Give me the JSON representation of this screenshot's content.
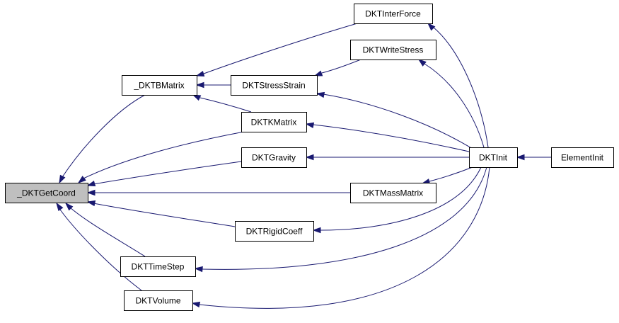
{
  "diagram": {
    "edge_color": "#191970",
    "highlight_fill": "#bfbfbf",
    "nodes": [
      {
        "id": "getcoord",
        "label": "_DKTGetCoord",
        "highlight": true
      },
      {
        "id": "bmatrix",
        "label": "_DKTBMatrix"
      },
      {
        "id": "stressstrain",
        "label": "DKTStressStrain"
      },
      {
        "id": "kmatrix",
        "label": "DKTKMatrix"
      },
      {
        "id": "gravity",
        "label": "DKTGravity"
      },
      {
        "id": "interforce",
        "label": "DKTInterForce"
      },
      {
        "id": "writestress",
        "label": "DKTWriteStress"
      },
      {
        "id": "massmatrix",
        "label": "DKTMassMatrix"
      },
      {
        "id": "rigidcoeff",
        "label": "DKTRigidCoeff"
      },
      {
        "id": "timestep",
        "label": "DKTTimeStep"
      },
      {
        "id": "volume",
        "label": "DKTVolume"
      },
      {
        "id": "init",
        "label": "DKTInit"
      },
      {
        "id": "elementinit",
        "label": "ElementInit"
      }
    ],
    "edges": [
      {
        "from": "bmatrix",
        "to": "getcoord"
      },
      {
        "from": "kmatrix",
        "to": "getcoord"
      },
      {
        "from": "gravity",
        "to": "getcoord"
      },
      {
        "from": "massmatrix",
        "to": "getcoord"
      },
      {
        "from": "rigidcoeff",
        "to": "getcoord"
      },
      {
        "from": "timestep",
        "to": "getcoord"
      },
      {
        "from": "volume",
        "to": "getcoord"
      },
      {
        "from": "interforce",
        "to": "bmatrix"
      },
      {
        "from": "stressstrain",
        "to": "bmatrix"
      },
      {
        "from": "kmatrix",
        "to": "bmatrix"
      },
      {
        "from": "writestress",
        "to": "stressstrain"
      },
      {
        "from": "init",
        "to": "interforce"
      },
      {
        "from": "init",
        "to": "writestress"
      },
      {
        "from": "init",
        "to": "stressstrain"
      },
      {
        "from": "init",
        "to": "kmatrix"
      },
      {
        "from": "init",
        "to": "gravity"
      },
      {
        "from": "init",
        "to": "massmatrix"
      },
      {
        "from": "init",
        "to": "rigidcoeff"
      },
      {
        "from": "init",
        "to": "timestep"
      },
      {
        "from": "init",
        "to": "volume"
      },
      {
        "from": "elementinit",
        "to": "init"
      }
    ]
  }
}
